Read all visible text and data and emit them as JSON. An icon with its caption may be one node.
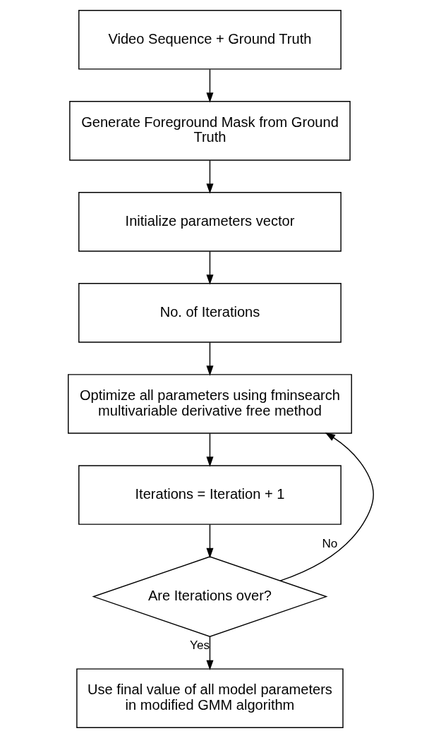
{
  "diagram": {
    "nodes": [
      {
        "text": [
          "Video Sequence + Ground Truth"
        ]
      },
      {
        "text": [
          "Generate Foreground Mask from Ground Truth"
        ]
      },
      {
        "text": [
          "Initialize parameters vector"
        ]
      },
      {
        "text": [
          "No. of Iterations"
        ]
      },
      {
        "text": [
          "Optimize all parameters using fminsearch multivariable derivative free method"
        ]
      },
      {
        "text": [
          "Iterations = Iteration + 1"
        ]
      },
      {
        "text": [
          "Are Iterations over?"
        ]
      },
      {
        "text": [
          "Use final value of all model parameters in modified GMM algorithm"
        ]
      }
    ],
    "edges": [
      {
        "from": 0,
        "to": 1,
        "arrow": "to"
      },
      {
        "from": 1,
        "to": 2,
        "arrow": "to"
      },
      {
        "from": 2,
        "to": 3,
        "arrow": "to"
      },
      {
        "from": 3,
        "to": 4,
        "arrow": "to"
      },
      {
        "from": 4,
        "to": 5,
        "arrow": "to"
      },
      {
        "from": 5,
        "to": 6,
        "arrow": "to"
      },
      {
        "from": 6,
        "to": 7,
        "label": "Yes",
        "arrow": "to"
      },
      {
        "from": 6,
        "to": 4,
        "label": "No",
        "arrow": "to"
      }
    ]
  }
}
